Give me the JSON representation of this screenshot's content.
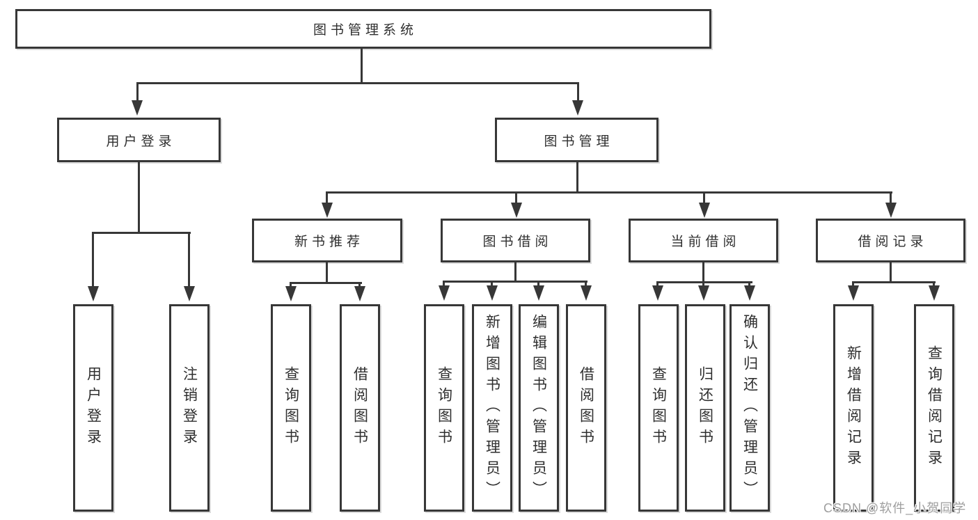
{
  "tree": {
    "root": "图书管理系统",
    "children": [
      {
        "label": "用户登录",
        "children": [
          "用户登录",
          "注销登录"
        ]
      },
      {
        "label": "图书管理",
        "children": [
          {
            "label": "新书推荐",
            "children": [
              "查询图书",
              "借阅图书"
            ]
          },
          {
            "label": "图书借阅",
            "children": [
              "查询图书",
              "新增图书（管理员）",
              "编辑图书（管理员）",
              "借阅图书"
            ]
          },
          {
            "label": "当前借阅",
            "children": [
              "查询图书",
              "归还图书",
              "确认归还（管理员）"
            ]
          },
          {
            "label": "借阅记录",
            "children": [
              "新增借阅记录",
              "查询借阅记录"
            ]
          }
        ]
      }
    ]
  },
  "watermark": "CSDN @软件_小贺同学",
  "colors": {
    "line": "#373737",
    "text": "#2f2f2f",
    "background": "#ffffff",
    "watermark": "#9e9e9e"
  }
}
